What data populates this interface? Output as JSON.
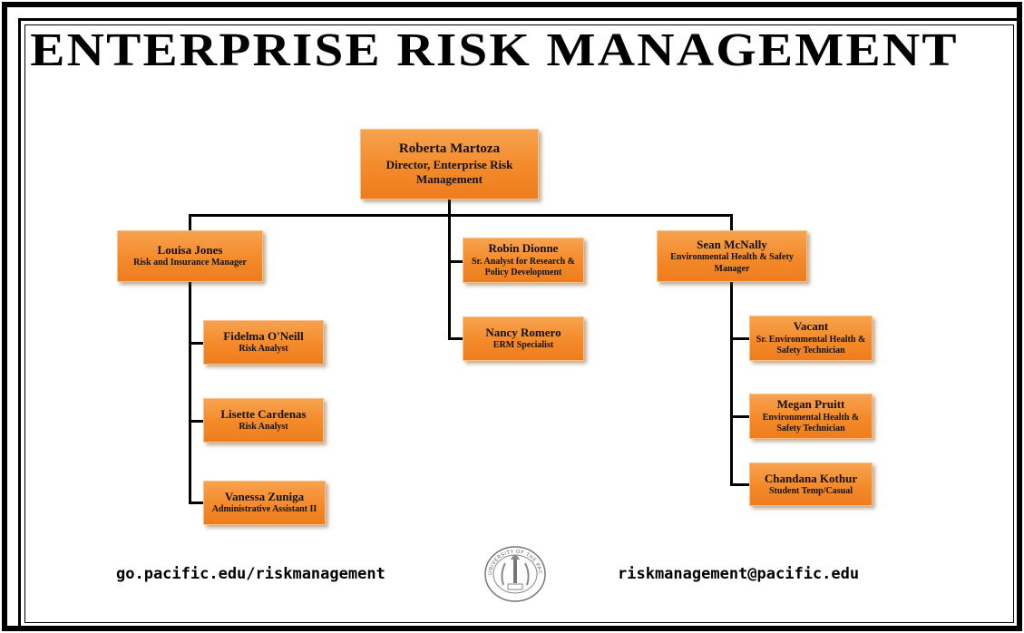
{
  "title": "ENTERPRISE RISK MANAGEMENT",
  "director": {
    "name": "Roberta Martoza",
    "role": "Director, Enterprise Risk Management"
  },
  "left": {
    "head": {
      "name": "Louisa Jones",
      "role": "Risk and Insurance Manager"
    },
    "reports": [
      {
        "name": "Fidelma O'Neill",
        "role": "Risk Analyst"
      },
      {
        "name": "Lisette Cardenas",
        "role": "Risk Analyst"
      },
      {
        "name": "Vanessa Zuniga",
        "role": "Administrative Assistant II"
      }
    ]
  },
  "center": [
    {
      "name": "Robin Dionne",
      "role": "Sr. Analyst for Research & Policy Development"
    },
    {
      "name": "Nancy Romero",
      "role": "ERM Specialist"
    }
  ],
  "right": {
    "head": {
      "name": "Sean McNally",
      "role": "Environmental Health & Safety Manager"
    },
    "reports": [
      {
        "name": "Vacant",
        "role": "Sr. Environmental Health & Safety Technician"
      },
      {
        "name": "Megan Pruitt",
        "role": "Environmental Health & Safety Technician"
      },
      {
        "name": "Chandana Kothur",
        "role": "Student Temp/Casual"
      }
    ]
  },
  "footer": {
    "website": "go.pacific.edu/riskmanagement",
    "email": "riskmanagement@pacific.edu",
    "seal_text": "UNIVERSITY OF THE PACIFIC"
  },
  "colors": {
    "box": "#f48a2a",
    "line": "#000000"
  }
}
